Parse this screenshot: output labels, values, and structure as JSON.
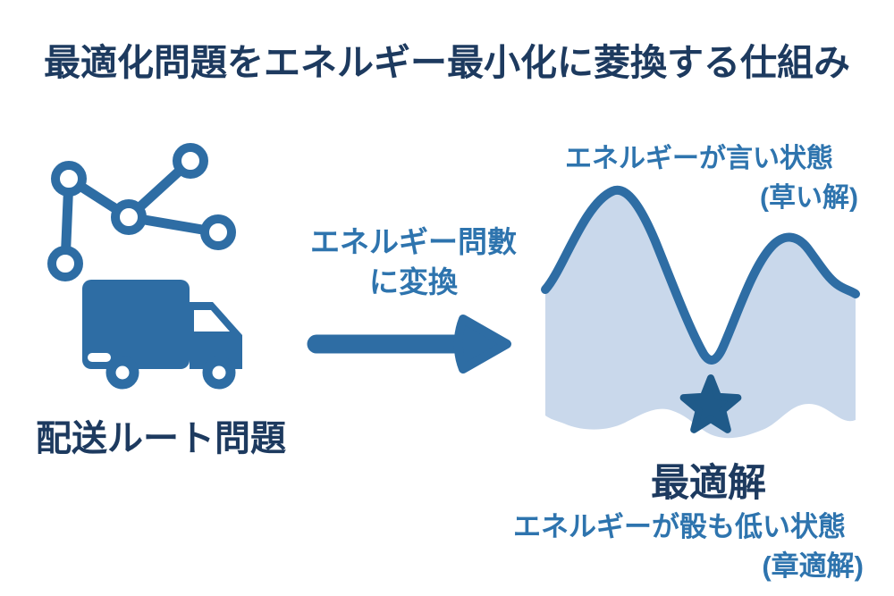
{
  "title": "最適化問題をエネルギー最小化に菱換する仕組み",
  "left_panel": {
    "label": "配送ルート問題",
    "icons": [
      "route-network-icon",
      "delivery-truck-icon"
    ]
  },
  "arrow": {
    "label_line1": "エネルギー問數",
    "label_line2": "に変換",
    "icon": "right-arrow-icon"
  },
  "energy_landscape": {
    "high_label_line1": "エネルギーが言い状態",
    "high_label_line2": "(草い解)",
    "optimal_title": "最適解",
    "low_label_line1": "エネルギーが骰も低い状態",
    "low_label_line2": "(章適解)",
    "marker": "star-icon"
  },
  "colors": {
    "dark_navy_text": "#1d3a5f",
    "steel_blue_text": "#2e74ae",
    "icon_blue": "#2e6da4",
    "landscape_fill": "#c9d8eb",
    "landscape_stroke": "#2e6da4",
    "star": "#1f5a89",
    "background": "#ffffff"
  }
}
